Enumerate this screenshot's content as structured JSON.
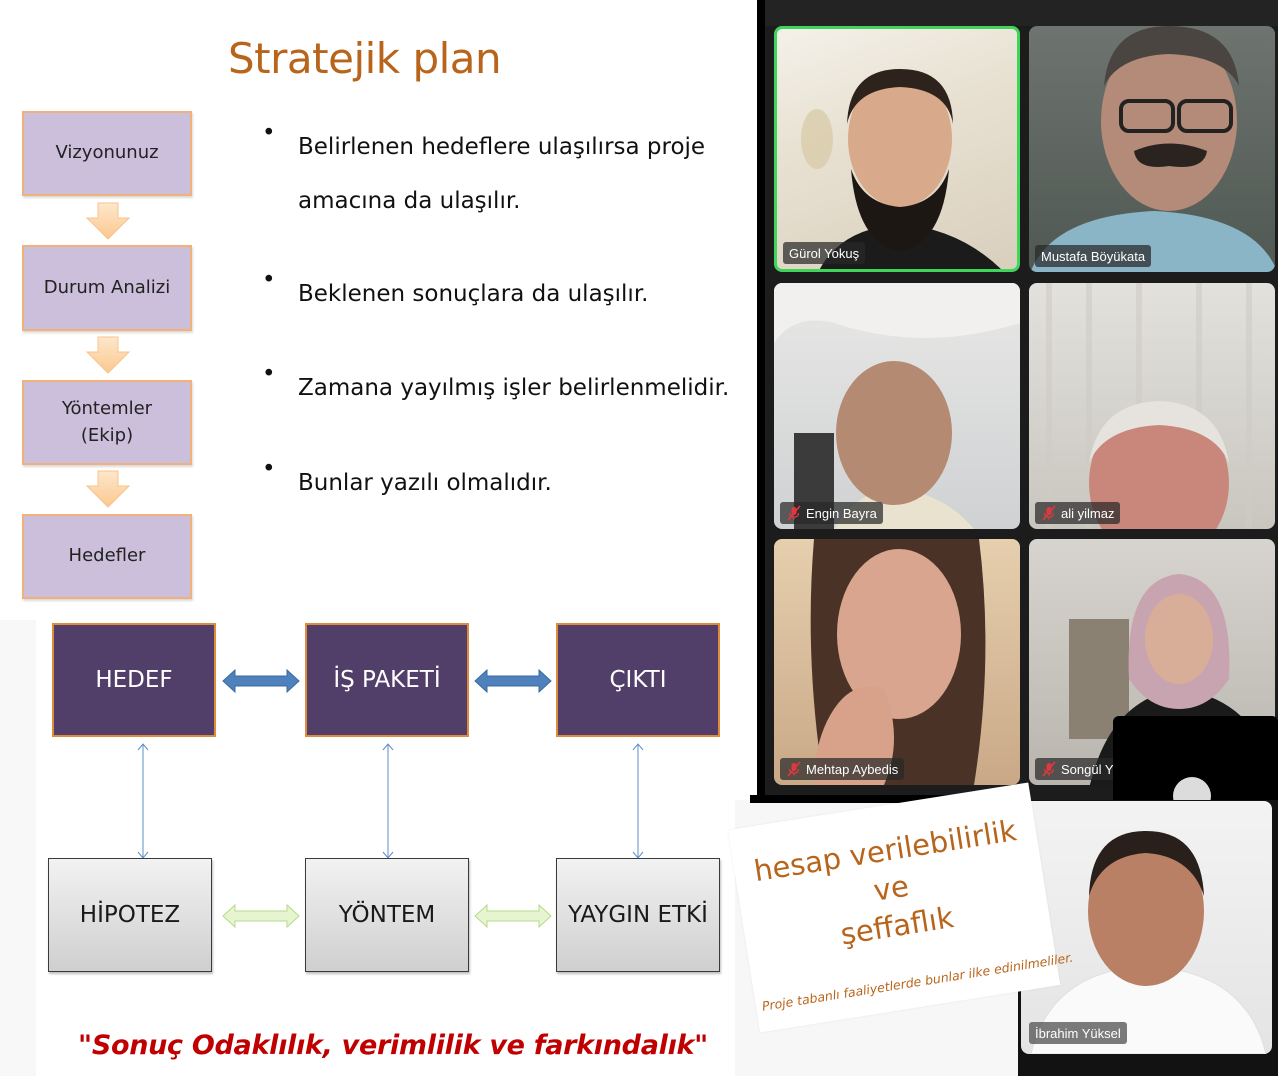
{
  "slide_strategic_plan": {
    "title": "Stratejik plan",
    "flow_steps": [
      "Vizyonunuz",
      "Durum Analizi",
      "Yöntemler\n(Ekip)",
      "Hedefler"
    ],
    "bullets": [
      "Belirlenen hedeflere ulaşılırsa proje\namacına da ulaşılır.",
      "Beklenen sonuçlara da ulaşılır.",
      "Zamana yayılmış işler belirlenmelidir.",
      "Bunlar yazılı olmalıdır."
    ],
    "bullet_glyph": "•",
    "colors": {
      "title": "#b8651b",
      "box_fill": "#cbbfdb",
      "box_border": "#f0b27a"
    }
  },
  "slide_framework": {
    "top_row": [
      "HEDEF",
      "İŞ PAKETİ",
      "ÇIKTI"
    ],
    "bottom_row": [
      "HİPOTEZ",
      "YÖNTEM",
      "YAYGIN ETKİ"
    ],
    "motto": "\"Sonuç Odaklılık, verimlilik ve farkındalık\"",
    "colors": {
      "top_fill": "#523f69",
      "top_border": "#e08a3c",
      "blue_arrow": "#4f81bd",
      "green_arrow": "#d7f0b4",
      "motto": "#c00000"
    }
  },
  "video_call": {
    "active_speaker_color": "#3fd45a",
    "participants": [
      {
        "name": "Gürol Yokuş",
        "muted": false,
        "active": true
      },
      {
        "name": "Mustafa Böyükata",
        "muted": false,
        "active": false
      },
      {
        "name": "Engin Bayra",
        "muted": true,
        "active": false
      },
      {
        "name": "ali yilmaz",
        "muted": true,
        "active": false
      },
      {
        "name": "Mehtap Aybedis",
        "muted": true,
        "active": false
      },
      {
        "name": "Songül Y",
        "muted": true,
        "active": false
      },
      {
        "name": "İbrahim Yüksel",
        "muted": false,
        "active": false
      }
    ],
    "mute_icon_color": "#e0383e"
  },
  "slide_accountability": {
    "line1": "hesap verilebilirlik",
    "line2": "ve",
    "line3": "şeffaflık",
    "subtitle": "Proje tabanlı faaliyetlerde bunlar ilke edinilmeliler."
  }
}
